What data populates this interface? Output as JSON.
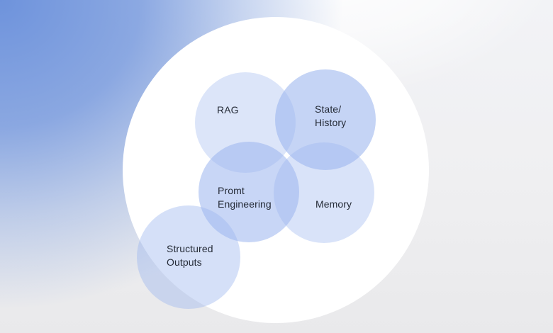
{
  "diagram": {
    "description": "Overlapping-circles diagram of LLM application components on a white disc",
    "circles": {
      "rag": {
        "label": "RAG"
      },
      "state_history": {
        "line1": "State/",
        "line2": "History"
      },
      "prompt_engineering": {
        "line1": "Promt",
        "line2": "Engineering"
      },
      "memory": {
        "label": "Memory"
      },
      "structured_outputs": {
        "line1": "Structured",
        "line2": "Outputs"
      }
    },
    "colors": {
      "circle_base_blue": "#9bb5ee",
      "background_blue": "#6e93dc",
      "background_gray": "#ededef",
      "disc_white": "#ffffff",
      "label_text": "#252b37"
    }
  }
}
